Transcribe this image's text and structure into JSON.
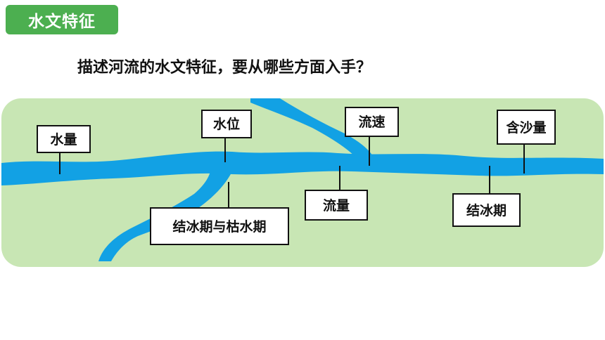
{
  "title_badge": {
    "text": "水文特征",
    "color": "#4CAF50"
  },
  "question": "描述河流的水文特征，要从哪些方面入手？",
  "colors": {
    "land": "#C8E6B4",
    "river": "#12A1E4",
    "label_border": "#111111",
    "label_fill": "#FFFFFF"
  },
  "labels": {
    "water_volume": "水量",
    "water_level": "水位",
    "flow_speed": "流速",
    "sediment": "含沙量",
    "freeze_and_dry": "结冰期与枯水期",
    "flow_rate": "流量",
    "freeze_period": "结冰期"
  }
}
